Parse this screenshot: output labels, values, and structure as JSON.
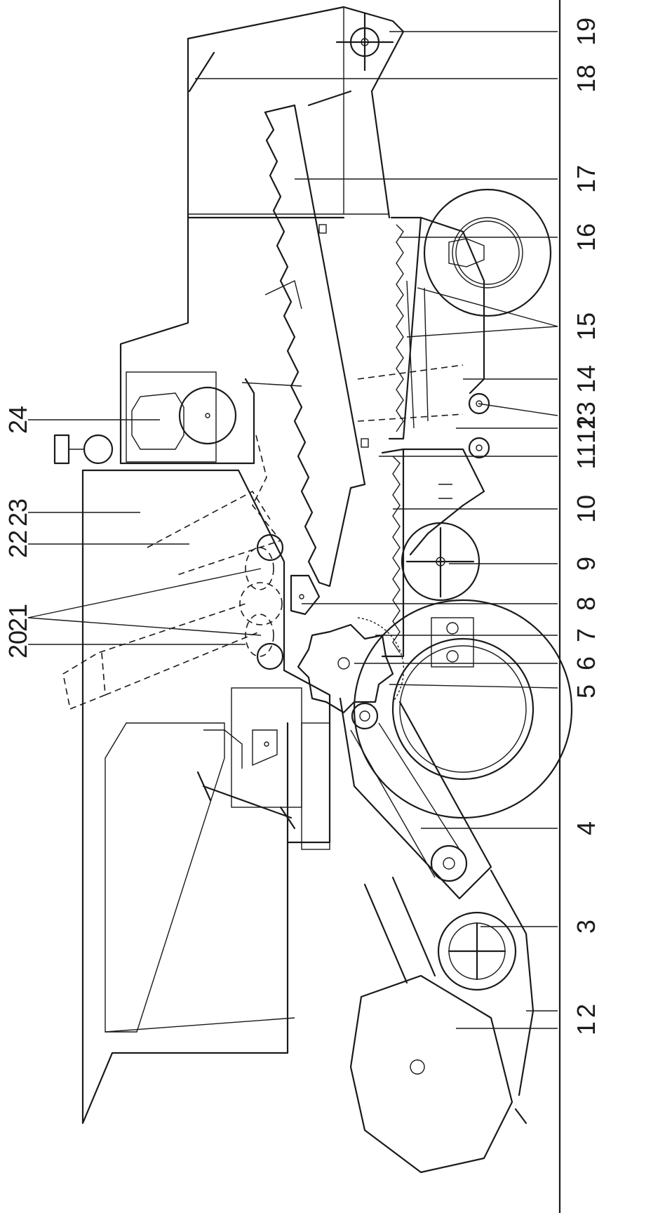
{
  "figure": {
    "labels": [
      {
        "id": "1",
        "text": "1"
      },
      {
        "id": "2",
        "text": "2"
      },
      {
        "id": "3",
        "text": "3"
      },
      {
        "id": "4",
        "text": "4"
      },
      {
        "id": "5",
        "text": "5"
      },
      {
        "id": "6",
        "text": "6"
      },
      {
        "id": "7",
        "text": "7"
      },
      {
        "id": "8",
        "text": "8"
      },
      {
        "id": "9",
        "text": "9"
      },
      {
        "id": "10",
        "text": "10"
      },
      {
        "id": "11",
        "text": "11"
      },
      {
        "id": "12",
        "text": "12"
      },
      {
        "id": "13",
        "text": "13"
      },
      {
        "id": "14",
        "text": "14"
      },
      {
        "id": "15",
        "text": "15"
      },
      {
        "id": "16",
        "text": "16"
      },
      {
        "id": "17",
        "text": "17"
      },
      {
        "id": "18",
        "text": "18"
      },
      {
        "id": "19",
        "text": "19"
      },
      {
        "id": "20",
        "text": "20"
      },
      {
        "id": "21",
        "text": "21"
      },
      {
        "id": "22",
        "text": "22"
      },
      {
        "id": "23",
        "text": "23"
      },
      {
        "id": "24",
        "text": "24"
      }
    ]
  }
}
